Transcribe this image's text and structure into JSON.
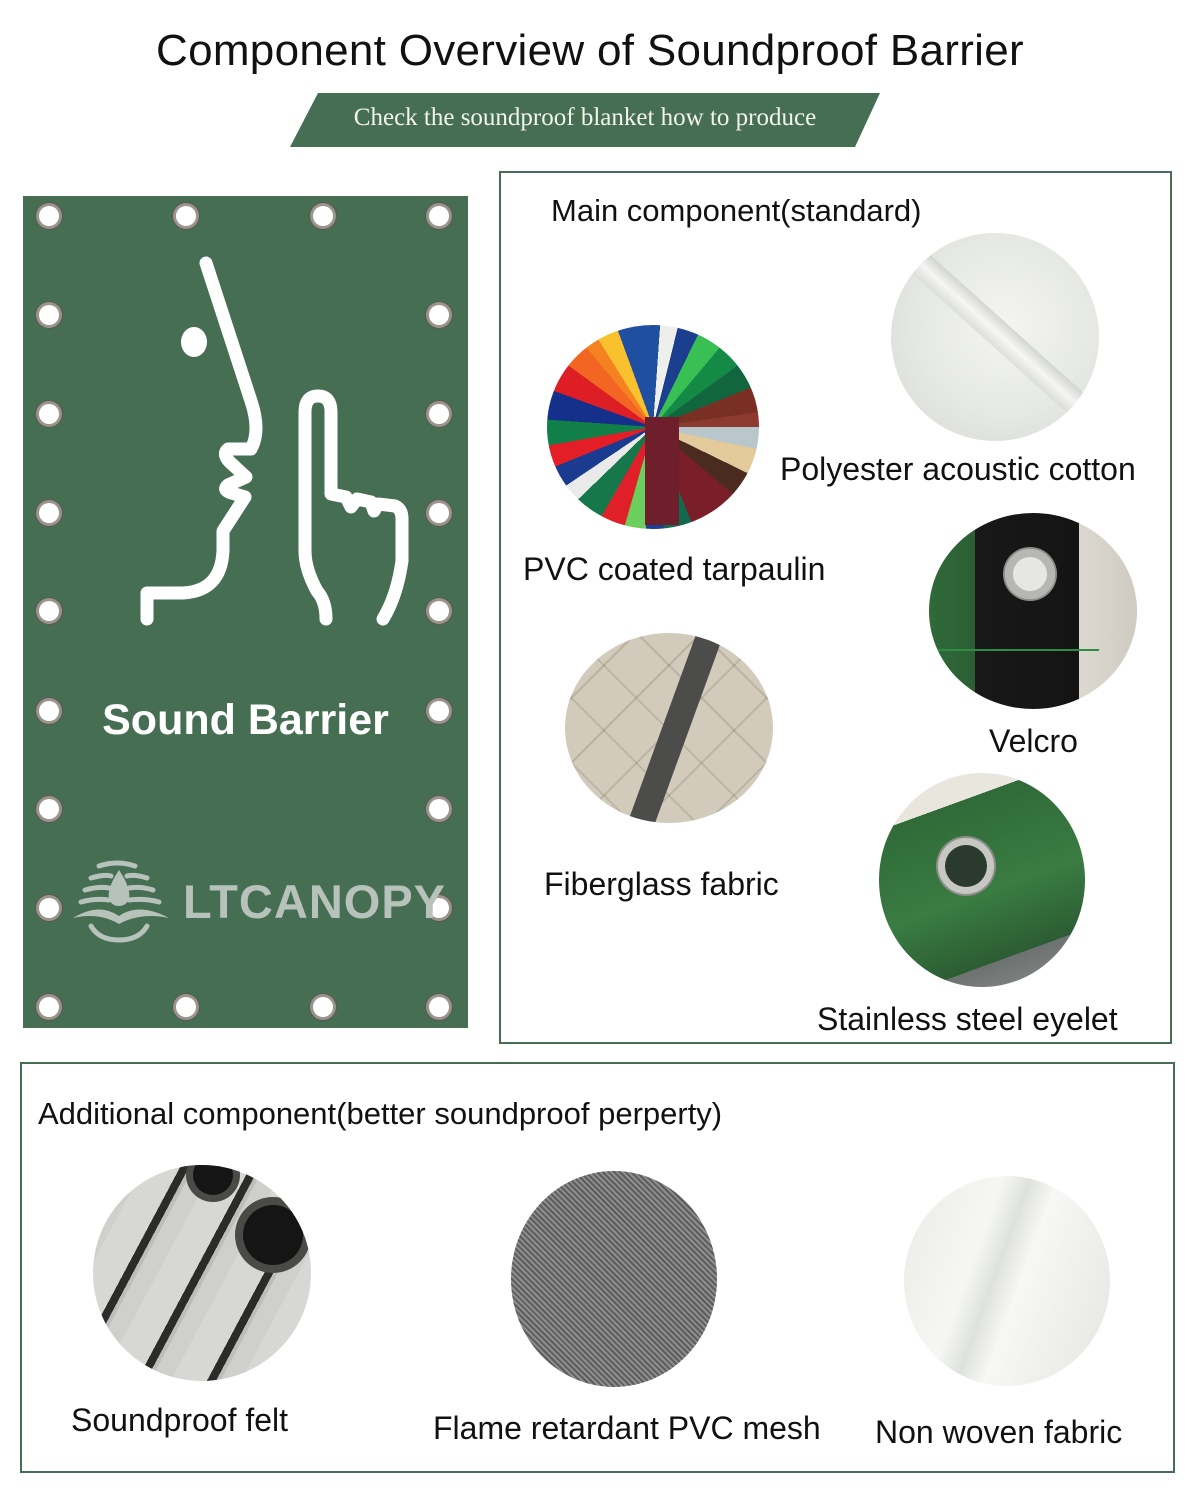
{
  "title": "Component Overview of Soundproof Barrier",
  "banner": {
    "label": "Check the soundproof blanket how to produce",
    "color": "#466e53"
  },
  "sign": {
    "background_color": "#466e53",
    "icon": "shush-face-finger-icon",
    "title": "Sound Barrier",
    "brand": "LTCANOPY",
    "brand_icon": "ltcanopy-logo-icon"
  },
  "main_component": {
    "heading": "Main component(standard)",
    "items": [
      {
        "label": "Polyester acoustic cotton",
        "image": "polyester-cotton-photo"
      },
      {
        "label": "PVC coated tarpaulin",
        "image": "color-swatch-fan-photo"
      },
      {
        "label": "Velcro",
        "image": "velcro-eyelet-photo"
      },
      {
        "label": "Fiberglass fabric",
        "image": "quilted-fiberglass-ruler-photo"
      },
      {
        "label": "Stainless steel eyelet",
        "image": "green-tarp-eyelet-photo"
      }
    ]
  },
  "additional_component": {
    "heading": "Additional component(better soundproof perperty)",
    "items": [
      {
        "label": "Soundproof felt",
        "image": "felt-rolls-photo"
      },
      {
        "label": "Flame retardant PVC mesh",
        "image": "grey-mesh-photo"
      },
      {
        "label": "Non woven fabric",
        "image": "white-nonwoven-photo"
      }
    ]
  },
  "colors": {
    "accent_green": "#466e53",
    "border_green": "#466e53"
  }
}
